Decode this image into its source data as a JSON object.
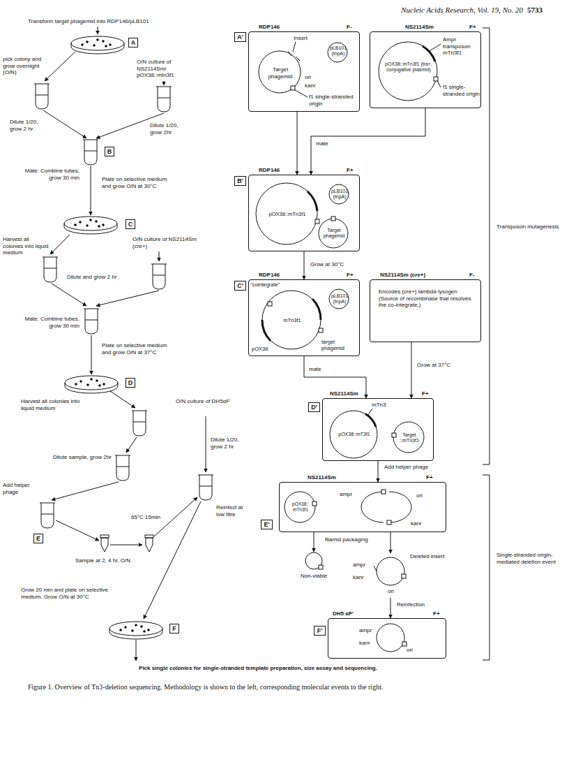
{
  "diagram": {
    "caption": "Figure 1. Overview of Tn3-deletion sequencing. Methodology is shown to the left, corresponding molecular events to the right.",
    "nodes": [
      {
        "text": [
          "A"
        ]
      },
      {
        "text": [
          "B"
        ]
      },
      {
        "text": [
          "C"
        ]
      },
      {
        "text": [
          "D"
        ]
      },
      {
        "text": [
          "E"
        ]
      },
      {
        "text": [
          "F"
        ]
      },
      {
        "text": [
          "A'"
        ]
      },
      {
        "text": [
          "RDP146",
          "F-",
          "Insert",
          "Target phagemid",
          "pLB101 (tnpA)",
          "ori",
          "kanr",
          "f1 single-stranded origin"
        ]
      },
      {
        "text": [
          "NS2114Sm",
          "F+",
          "pOX38::mTn3f1 (tra+, conjugative plasmid)",
          "Ampr transposon mTn3f1",
          "f1 single-stranded origin"
        ]
      },
      {
        "text": [
          "B'"
        ]
      },
      {
        "text": [
          "RDP146",
          "F+",
          "pOX38::mTn3f1",
          "pLB101 (tnpA)",
          "Target phagemid"
        ]
      },
      {
        "text": [
          "C'"
        ]
      },
      {
        "text": [
          "RDP146",
          "F+",
          "\"cointegrate\"",
          "pOX38",
          "mTn3f1",
          "target phagemid",
          "pLB101 (tnpA)"
        ]
      },
      {
        "text": [
          "NS2114Sm (cre+)",
          "F-",
          "Encodes (cre+) lambda lysogen (Source of recombinase that resolves the co-integrate.)"
        ]
      },
      {
        "text": [
          "D'"
        ]
      },
      {
        "text": [
          "NS2114Sm",
          "F+",
          "mTn3",
          "pOX38::mT3f1",
          "Target ::mTn3f1"
        ]
      },
      {
        "text": [
          "E'"
        ]
      },
      {
        "text": [
          "NS2114Sm",
          "F+",
          "pOX38:: mTn3f1",
          "ampr",
          "ori",
          "kanr"
        ]
      },
      {
        "text": [
          "Non-viable"
        ]
      },
      {
        "text": [
          "Deleted insert",
          "ampr",
          "kanr",
          "ori"
        ]
      },
      {
        "text": [
          "F'"
        ]
      },
      {
        "text": [
          "DH5 αF'",
          "F+",
          "ampr",
          "kanr",
          "ori"
        ]
      }
    ],
    "edges": [
      {
        "from": 7,
        "to": 10,
        "arrow": "to"
      },
      {
        "from": 8,
        "to": 10,
        "label": "mate",
        "arrow": "to"
      },
      {
        "from": 10,
        "to": 12,
        "label": "Grow at 30°C",
        "arrow": "to"
      },
      {
        "from": 12,
        "to": 15,
        "label": "mate",
        "arrow": "to"
      },
      {
        "from": 13,
        "to": 15,
        "label": "Grow at 37°C",
        "arrow": "to"
      },
      {
        "from": 15,
        "to": 17,
        "label": "Add helper phage",
        "arrow": "to"
      },
      {
        "from": 17,
        "to": 18,
        "arrow": "to"
      },
      {
        "from": 17,
        "to": 19,
        "arrow": "to"
      },
      {
        "from": 19,
        "to": 21,
        "label": "Reinfection",
        "arrow": "to"
      }
    ],
    "labels": [
      "Nucleic Acids Research, Vol. 19, No. 20",
      "5733",
      "Transform target phagemid into RDP146/pLB101",
      "pick colony and grow overnight (O/N)",
      "O/N culture of NS2114Sm/ pOX38::mtn3f1",
      "Dilute 1/20, grow 2 hr",
      "Dilute 1/20, grow 2hr",
      "Mate: Combine tubes, grow 30 min",
      "Plate on selective medium and grow O/N at 30°C",
      "Harvest all colonies into liquid medium",
      "O/N culture of NS2114Sm (cre+)",
      "Dilute and grow 2 hr",
      "Mate: Combine tubes, grow 30 min",
      "Plate on selective medium and grow O/N at 37°C",
      "Harvest all colonies into liquid medium",
      "O/N culture of DH5αF'",
      "Dilute 1/20, grow 2 hr",
      "Dilute sample, grow 2hr",
      "Add helper phage",
      "Sample at 2, 4 hr, O/N",
      "65°C 15min",
      "Reinfect at low titre",
      "Grow 20 min and plate on selective medium. Grow O/N at 30°C",
      "Pick single colonies for single-stranded template preparation, size assay and sequencing.",
      "filamid packaging",
      "Transposon mutagenesis",
      "Single-stranded origin-mediated deletion event"
    ]
  }
}
